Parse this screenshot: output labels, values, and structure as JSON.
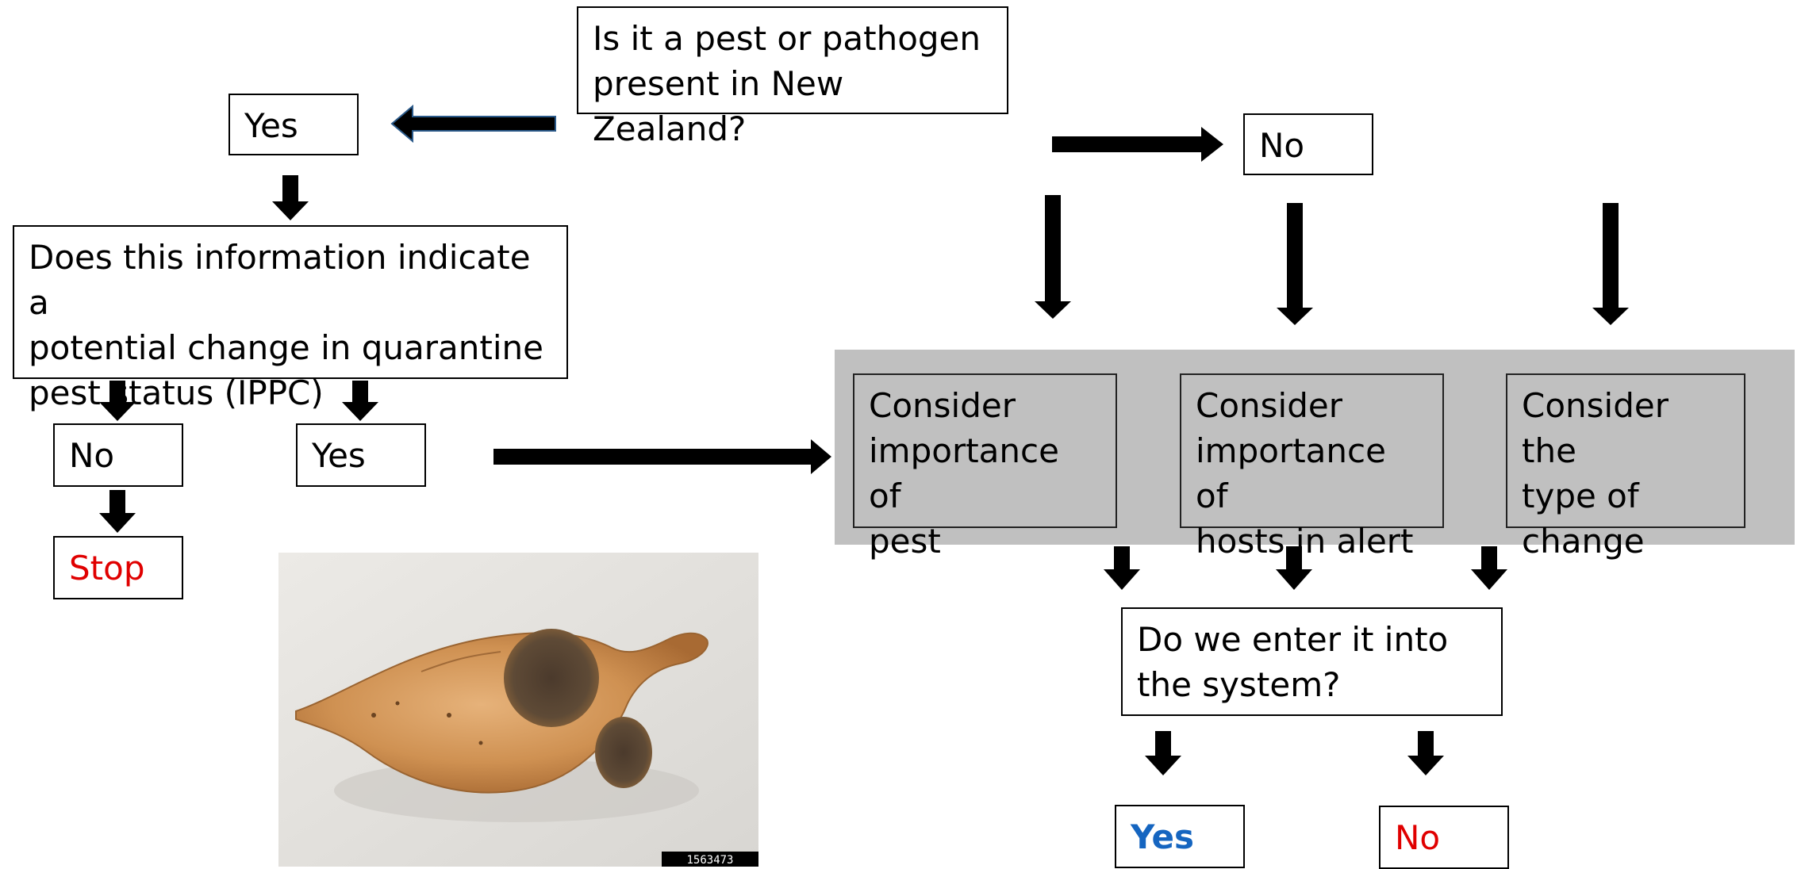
{
  "flow": {
    "q_present": "Is it a pest or pathogen\npresent in New Zealand?",
    "yes_1": "Yes",
    "no_1": "No",
    "q_quarantine": "Does this information indicate a\npotential change in quarantine\npest status (IPPC)",
    "no_2": "No",
    "yes_2": "Yes",
    "stop": "Stop",
    "consider_pest": "Consider\nimportance of\npest",
    "consider_hosts": "Consider\nimportance of\nhosts in alert",
    "consider_change": "Consider the\ntype of\nchange",
    "q_enter": "Do we enter it into\nthe system?",
    "yes_final": "Yes",
    "no_final": "No"
  },
  "photo": {
    "id_label": "1563473",
    "subject": "sweet potato with dark lesions"
  },
  "colors": {
    "gray_band": "#c0c0c0",
    "stop_red": "#e00000",
    "yes_blue": "#1565c0"
  }
}
